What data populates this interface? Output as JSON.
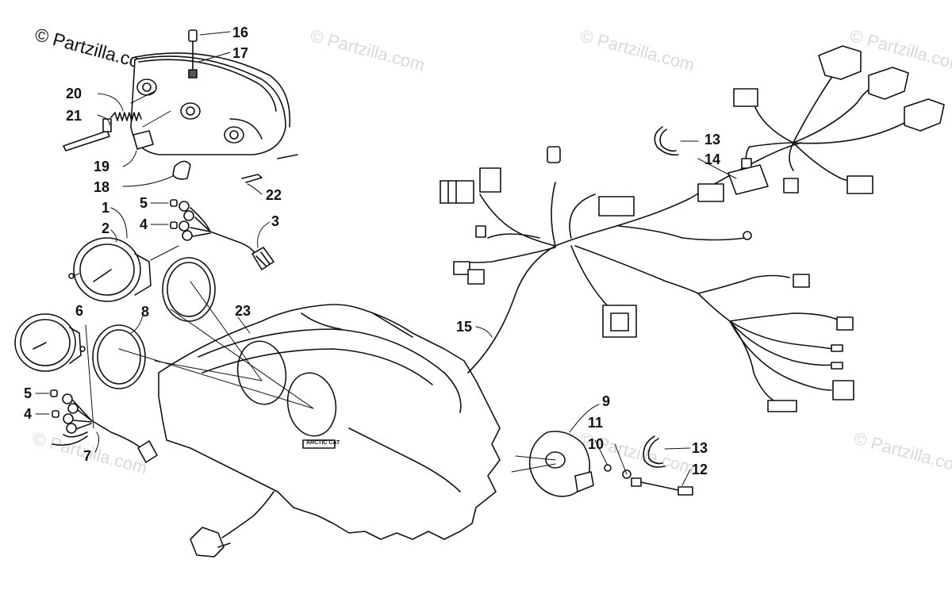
{
  "watermark": {
    "main": "© Partzilla.com",
    "repeat": "© Partzilla.com"
  },
  "callouts": {
    "c1": "1",
    "c2": "2",
    "c3": "3",
    "c4": "4",
    "c4b": "4",
    "c5": "5",
    "c5b": "5",
    "c6": "6",
    "c7": "7",
    "c8": "8",
    "c9": "9",
    "c10": "10",
    "c11": "11",
    "c12": "12",
    "c13": "13",
    "c13b": "13",
    "c14": "14",
    "c15": "15",
    "c16": "16",
    "c17": "17",
    "c18": "18",
    "c19": "19",
    "c20": "20",
    "c21": "21",
    "c22": "22",
    "c23": "23"
  },
  "dash_logo_text": "ARCTIC CAT"
}
